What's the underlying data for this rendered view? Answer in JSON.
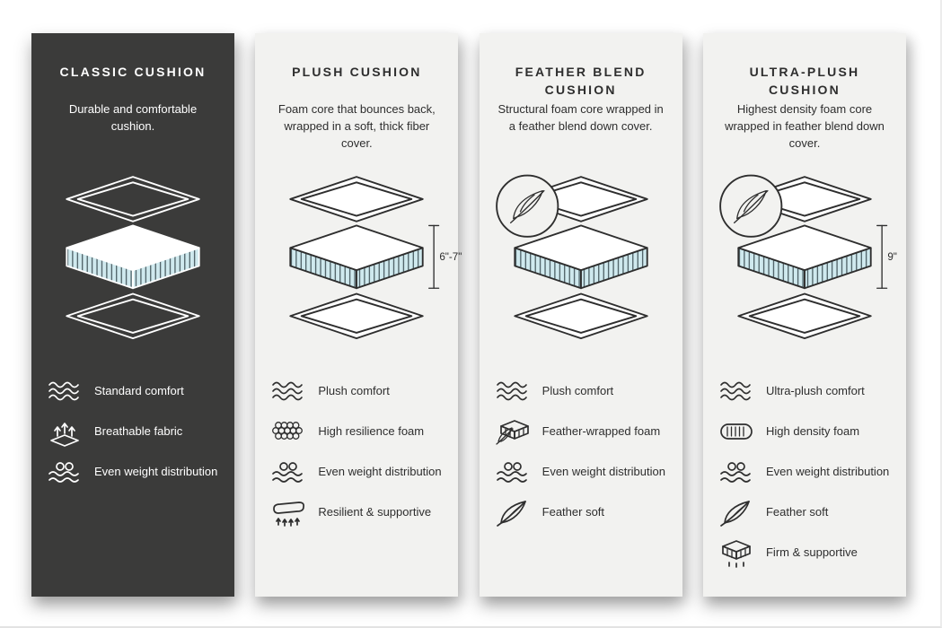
{
  "colors": {
    "foam_fill": "#cfe9ee",
    "dark_card_bg": "#3b3b3a",
    "light_card_bg": "#f2f2f0",
    "ink": "#2e2e2e"
  },
  "cards": [
    {
      "title": "CLASSIC CUSHION",
      "description": "Durable and comfortable cushion.",
      "measurement": "",
      "features": [
        {
          "icon": "waves-icon",
          "label": "Standard comfort"
        },
        {
          "icon": "breathable-icon",
          "label": "Breathable fabric"
        },
        {
          "icon": "even-weight-icon",
          "label": "Even weight distribution"
        }
      ]
    },
    {
      "title": "PLUSH CUSHION",
      "description": "Foam core that bounces back, wrapped in a soft, thick fiber cover.",
      "measurement": "6\"-7\"",
      "features": [
        {
          "icon": "waves-icon",
          "label": "Plush comfort"
        },
        {
          "icon": "foam-bubbles-icon",
          "label": "High resilience foam"
        },
        {
          "icon": "even-weight-icon",
          "label": "Even weight distribution"
        },
        {
          "icon": "resilient-icon",
          "label": "Resilient & supportive"
        }
      ]
    },
    {
      "title": "FEATHER BLEND CUSHION",
      "description": "Structural foam core wrapped in a feather blend down cover.",
      "measurement": "",
      "features": [
        {
          "icon": "waves-icon",
          "label": "Plush comfort"
        },
        {
          "icon": "feather-wrapped-foam-icon",
          "label": "Feather-wrapped foam"
        },
        {
          "icon": "even-weight-icon",
          "label": "Even weight distribution"
        },
        {
          "icon": "feather-icon",
          "label": "Feather soft"
        }
      ]
    },
    {
      "title": "ULTRA-PLUSH CUSHION",
      "description": "Highest density foam core wrapped in feather blend down cover.",
      "measurement": "9\"",
      "features": [
        {
          "icon": "waves-icon",
          "label": "Ultra-plush comfort"
        },
        {
          "icon": "high-density-foam-icon",
          "label": "High density foam"
        },
        {
          "icon": "even-weight-icon",
          "label": "Even weight distribution"
        },
        {
          "icon": "feather-icon",
          "label": "Feather soft"
        },
        {
          "icon": "firm-supportive-icon",
          "label": "Firm & supportive"
        }
      ]
    }
  ]
}
